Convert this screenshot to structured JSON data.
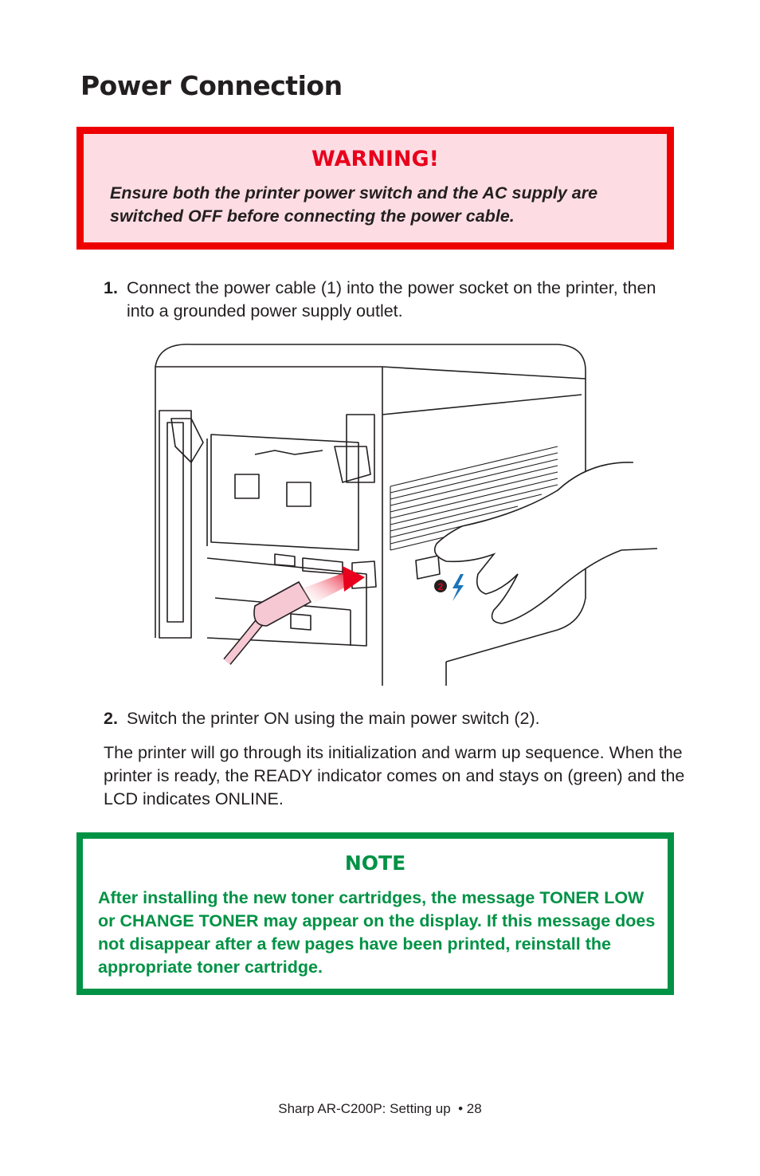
{
  "page": {
    "title": "Power Connection"
  },
  "warning": {
    "heading": "WARNING!",
    "text": "Ensure both the printer power switch and the AC supply are switched OFF before connecting the power cable."
  },
  "steps": [
    {
      "number": "1.",
      "text": "Connect the power cable (1) into the power socket on the printer, then into a grounded power supply outlet."
    },
    {
      "number": "2.",
      "text": "Switch the printer ON using the main power switch (2)."
    }
  ],
  "paragraph": "The printer will go through its initialization and warm up sequence. When the printer is ready, the READY indicator comes on and stays on (green) and the LCD indicates ONLINE.",
  "figure": {
    "callout_number": "2"
  },
  "note": {
    "heading": "NOTE",
    "text": "After installing the new toner cartridges, the message TONER LOW or CHANGE TONER may appear on the display. If this message does not disappear after a few pages have been printed, reinstall the appropriate toner cartridge."
  },
  "footer": {
    "text": "Sharp AR-C200P: Setting up  • 28"
  },
  "colors": {
    "warning_border": "#ee0000",
    "warning_fill": "#fddde3",
    "note_green": "#009245"
  }
}
